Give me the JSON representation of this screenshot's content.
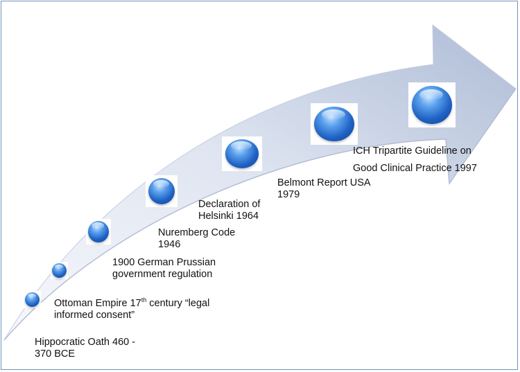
{
  "milestones": [
    {
      "id": "hippocratic",
      "lines": [
        "Hippocratic  Oath  460 -",
        "370 BCE"
      ]
    },
    {
      "id": "ottoman",
      "line1_pre": "Ottoman Empire 17",
      "line1_sup": "th",
      "line1_post": "  century “legal",
      "line2": "informed consent”"
    },
    {
      "id": "german",
      "lines": [
        "1900 German  Prussian",
        "government regulation"
      ]
    },
    {
      "id": "nuremberg",
      "lines": [
        "Nuremberg  Code",
        "1946"
      ]
    },
    {
      "id": "helsinki",
      "lines": [
        "Declaration  of",
        "Helsinki 1964"
      ]
    },
    {
      "id": "belmont",
      "lines": [
        "Belmont Report USA",
        "1979"
      ]
    },
    {
      "id": "ich",
      "lines": [
        "ICH Tripartite  Guideline on",
        "Good  Clinical Practice 1997"
      ]
    }
  ],
  "colors": {
    "arrow_light": "#f4f6fb",
    "arrow_dark": "#b3c0d8",
    "sphere": "#1f62c4",
    "border": "#6f93b8"
  }
}
